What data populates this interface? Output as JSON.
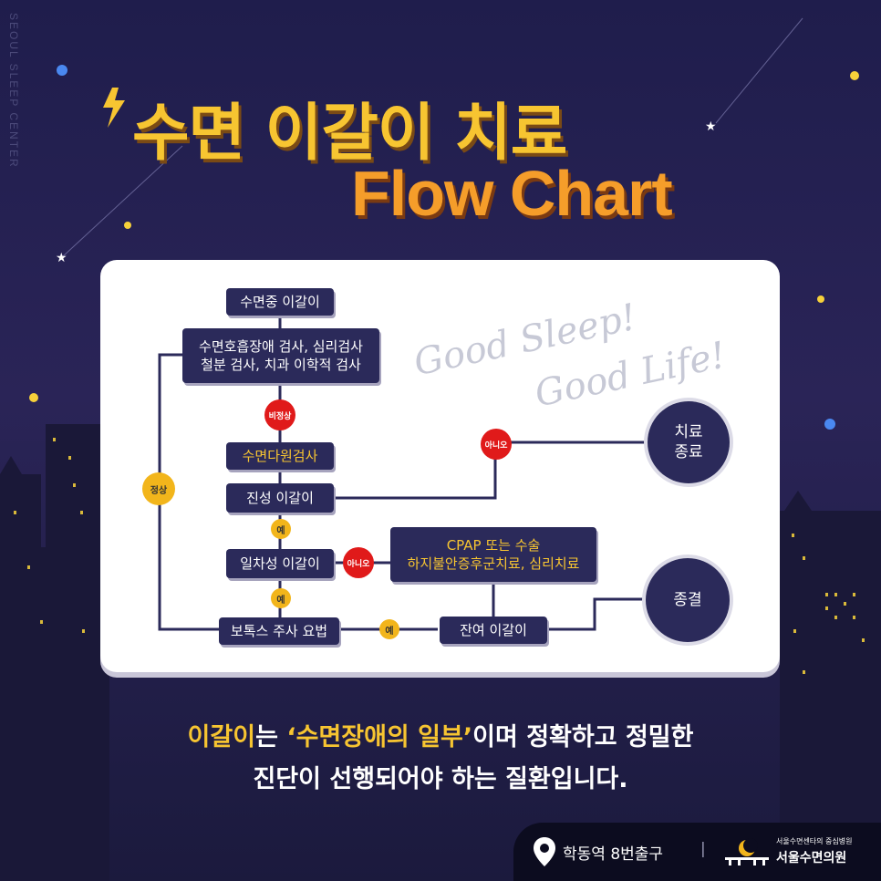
{
  "side_text": "SEOUL SLEEP CENTER",
  "title_line1": "수면 이갈이 치료",
  "title_line2": "Flow Chart",
  "deco_line1": "Good Sleep!",
  "deco_line2": "Good Life!",
  "nodes": {
    "start": "수면중 이갈이",
    "exam_line1": "수면호흡장애 검사, 심리검사",
    "exam_line2": "철분 검사, 치과 이학적 검사",
    "psg": "수면다원검사",
    "true_bruxism": "진성 이갈이",
    "primary": "일차성 이갈이",
    "botox": "보톡스 주사 요법",
    "cpap_line1": "CPAP 또는 수술",
    "cpap_line2": "하지불안증후군치료, 심리치료",
    "residual": "잔여 이갈이",
    "end_treatment_line1": "치료",
    "end_treatment_line2": "종료",
    "closure": "종결"
  },
  "badges": {
    "abnormal": "비정상",
    "normal": "정상",
    "no_1": "아니오",
    "yes_1": "예",
    "no_2": "아니오",
    "yes_2": "예",
    "yes_3": "예"
  },
  "bottom": {
    "line1_hl1": "이갈이",
    "line1_mid": "는 ",
    "line1_hl2": "‘수면장애의 일부’",
    "line1_end": "이며 정확하고 정밀한",
    "line2": "진단이 선행되어야 하는 질환입니다."
  },
  "footer": {
    "location": "학동역 8번출구",
    "separator": "|",
    "logo_small": "서울수면센타의 중심병원",
    "logo_big": "서울수면의원"
  },
  "colors": {
    "background": "#231f4f",
    "title_yellow": "#f7c531",
    "title_orange": "#f59d2a",
    "node": "#2b2a5a",
    "badge_red": "#e01a1a",
    "badge_yellow": "#f2b51b"
  }
}
